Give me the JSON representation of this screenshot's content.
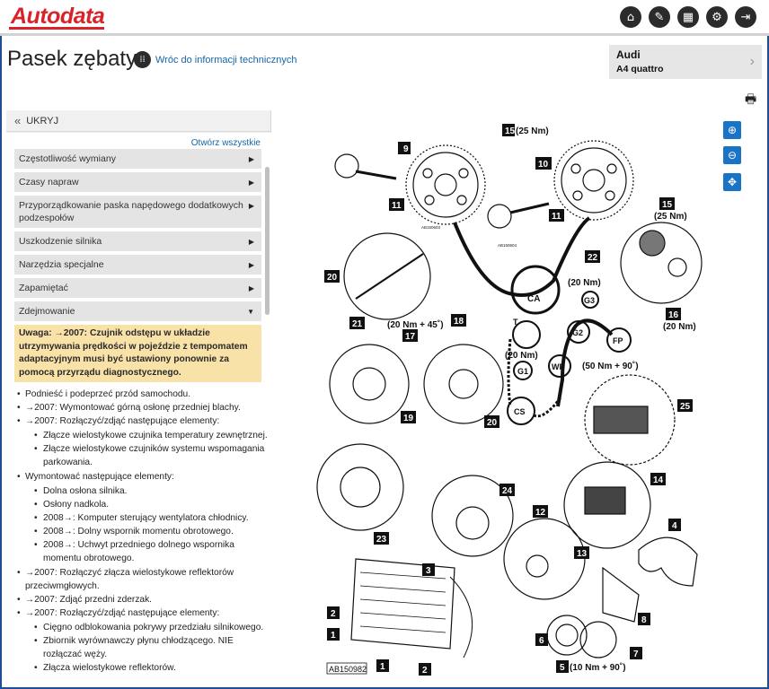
{
  "brand": {
    "logo_text": "Autodata",
    "logo_color": "#d8232a"
  },
  "topbar": {
    "icons": [
      "home-icon",
      "wrench-icon",
      "calculator-icon",
      "gear-icon",
      "logout-icon"
    ]
  },
  "header": {
    "title": "Pasek zębaty",
    "back_link": "Wróc do informacji technicznych",
    "car_make": "Audi",
    "car_model": "A4 quattro"
  },
  "sidebar": {
    "hide_label": "UKRYJ",
    "open_all": "Otwórz wszystkie",
    "sections": [
      {
        "label": "Częstotliwość wymiany",
        "state": "collapsed"
      },
      {
        "label": "Czasy napraw",
        "state": "collapsed"
      },
      {
        "label": "Przyporządkowanie paska napędowego dodatkowych podzespołów",
        "state": "collapsed"
      },
      {
        "label": "Uszkodzenie silnika",
        "state": "collapsed"
      },
      {
        "label": "Narzędzia specjalne",
        "state": "collapsed"
      },
      {
        "label": "Zapamiętać",
        "state": "collapsed"
      },
      {
        "label": "Zdejmowanie",
        "state": "expanded"
      }
    ],
    "note": "Uwaga: →2007: Czujnik odstępu w układzie utrzymywania prędkości w pojeździe z tempomatem adaptacyjnym musi być ustawiony ponownie za pomocą przyrządu diagnostycznego.",
    "steps": [
      {
        "text": "Podnieść i podeprzeć przód samochodu."
      },
      {
        "text": "→2007: Wymontować górną osłonę przedniej blachy."
      },
      {
        "text": "→2007: Rozłączyć/zdjąć następujące elementy:",
        "sub": [
          "Złącze wielostykowe czujnika temperatury zewnętrznej.",
          "Złącze wielostykowe czujników systemu wspomagania parkowania."
        ]
      },
      {
        "text": "Wymontować następujące elementy:",
        "sub": [
          "Dolna osłona silnika.",
          "Osłony nadkola.",
          "2008→: Komputer sterujący wentylatora chłodnicy.",
          "2008→: Dolny wspornik momentu obrotowego.",
          "2008→: Uchwyt przedniego dolnego wspornika momentu obrotowego."
        ]
      },
      {
        "text": "→2007: Rozłączyć złącza wielostykowe reflektorów przeciwmgłowych."
      },
      {
        "text": "→2007: Zdjąć przedni zderzak."
      },
      {
        "text": "→2007: Rozłączyć/zdjąć następujące elementy:",
        "sub": [
          "Cięgno odblokowania pokrywy przedziału silnikowego.",
          "Zbiornik wyrównawczy płynu chłodzącego. NIE rozłączać węży.",
          "Złącza wielostykowe reflektorów."
        ]
      }
    ]
  },
  "diagram": {
    "ref": "AB150982",
    "small_refs": [
      "AB150603",
      "AB150604"
    ],
    "callouts": [
      "1",
      "2",
      "3",
      "4",
      "5",
      "6",
      "7",
      "8",
      "9",
      "10",
      "11",
      "12",
      "13",
      "14",
      "15",
      "16",
      "17",
      "18",
      "19",
      "20",
      "21",
      "22",
      "23",
      "24",
      "25"
    ],
    "pulleys": [
      "CA",
      "G3",
      "FP",
      "G2",
      "WP",
      "G1",
      "CS",
      "T"
    ],
    "torques": {
      "t15": "(25 Nm)",
      "t15b": "(25 Nm)",
      "t16": "(20 Nm)",
      "g3": "(20 Nm)",
      "g2": "(50 Nm + 90˚)",
      "g1": "(20 Nm)",
      "t21": "(20 Nm + 45˚)",
      "t5": "(10 Nm + 90˚)"
    },
    "zoom_controls": [
      "zoom-in-icon",
      "zoom-out-icon",
      "fit-icon"
    ],
    "accent_color": "#1a74c5"
  }
}
